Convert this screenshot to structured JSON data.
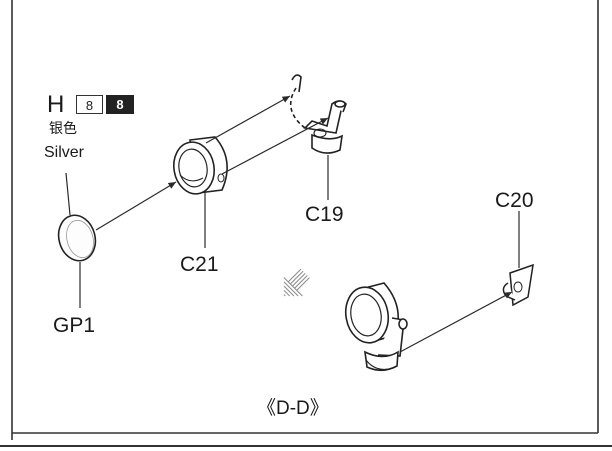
{
  "paint": {
    "letter": "H",
    "code_outline": "8",
    "code_filled": "8",
    "name_cn": "银色",
    "name_en": "Silver"
  },
  "parts": {
    "gp1": "GP1",
    "c21": "C21",
    "c19": "C19",
    "c20": "C20"
  },
  "subassembly_label": "《D-D》",
  "colors": {
    "line": "#2a2a2a",
    "frame": "#333333",
    "chip_dark": "#222222",
    "arrow_shade": "#9a9a9a"
  },
  "icons": {
    "assembly_arrow": "hatched-down-right-arrow",
    "connector_arrows": "line-arrow"
  }
}
